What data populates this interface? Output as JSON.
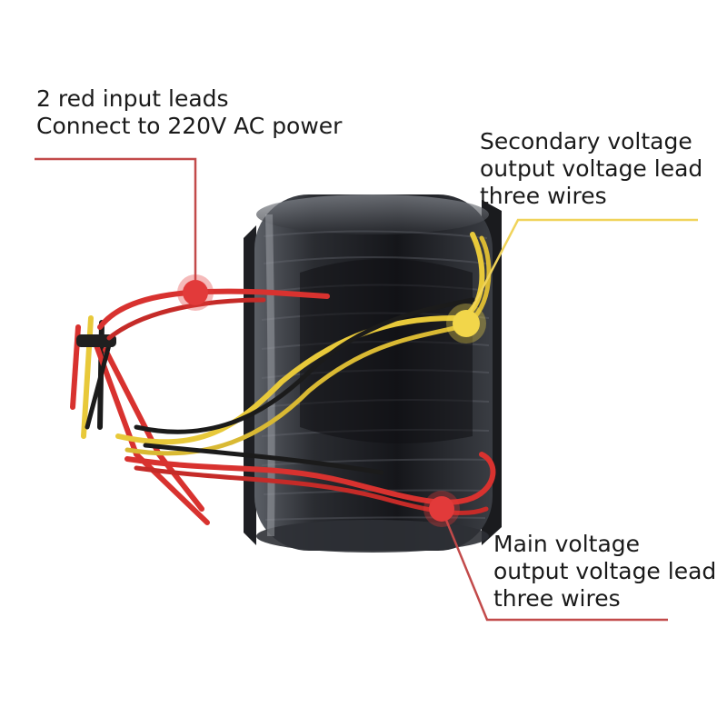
{
  "annotations": {
    "input": {
      "lines": [
        "2 red input leads",
        "Connect to 220V AC power"
      ],
      "color": "#e23a3a"
    },
    "secondary": {
      "lines": [
        "Secondary voltage",
        "output voltage lead",
        "three wires"
      ],
      "color": "#f2d64a"
    },
    "main": {
      "lines": [
        "Main voltage",
        "output voltage lead",
        "three wires"
      ],
      "color": "#e23a3a"
    }
  },
  "colors": {
    "background": "#ffffff",
    "transformer_body": "#2c2e33",
    "wire_red": "#d8322f",
    "wire_yellow": "#e8c93a",
    "wire_black": "#1b1b1b",
    "leader_red": "#c24a4a",
    "leader_yellow": "#f0d35a"
  }
}
